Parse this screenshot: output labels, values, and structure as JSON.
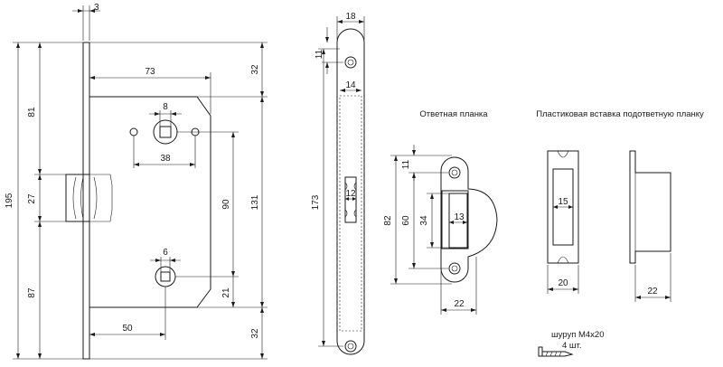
{
  "lock_body": {
    "faceplate_thickness": "3",
    "overall_height": "195",
    "top_to_handle": "81",
    "latch_height": "27",
    "latch_to_bottom": "87",
    "case_width": "73",
    "top_offset": "32",
    "case_height": "131",
    "bottom_offset": "32",
    "spindle_square": "8",
    "spindle_spacing": "38",
    "spindle_to_bolt": "90",
    "bolt_square": "6",
    "bolt_to_edge": "21",
    "backset": "50"
  },
  "faceplate": {
    "width": "18",
    "hole_offset": "11",
    "window_width": "14",
    "length": "173",
    "latch_width": "12"
  },
  "strike_plate": {
    "title": "Ответная планка",
    "hole_offset": "11",
    "height": "82",
    "inner_height": "60",
    "opening_height": "34",
    "opening_width": "13",
    "width": "22"
  },
  "plastic_insert": {
    "title": "Пластиковая вставка подответную планку",
    "inner_width": "15",
    "width": "20",
    "depth": "22"
  },
  "screw": {
    "label": "шуруп М4х20",
    "qty": "4 шт."
  }
}
